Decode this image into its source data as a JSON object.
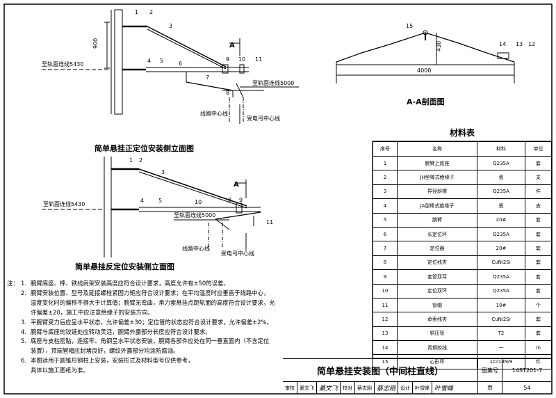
{
  "drawing": {
    "top_title": "简单悬挂正定位安装侧立面图",
    "bottom_title": "简单悬挂反定位安装侧立面图",
    "section_title": "A-A剖面图",
    "section_mark": "A",
    "rail_line_5430": "至轨面连线5430",
    "rail_line_5000": "至轨面连线5000",
    "track_center": "线路中心线",
    "pantograph_center": "受电弓中心线",
    "dim_900": "900",
    "dim_430": "430",
    "dim_4000": "4000",
    "top_callouts": [
      "1",
      "2",
      "3",
      "4",
      "5",
      "6",
      "7",
      "8",
      "9",
      "10",
      "11"
    ],
    "bottom_callouts": [
      "1",
      "2",
      "3",
      "4",
      "5",
      "10",
      "8",
      "9",
      "11"
    ],
    "section_callouts": [
      "15",
      "14",
      "13",
      "12"
    ]
  },
  "materials": {
    "title": "材料表",
    "headers": [
      "序号",
      "名称",
      "材料",
      "单位"
    ],
    "rows": [
      [
        "1",
        "腕臂上底座",
        "Q235A",
        "套"
      ],
      [
        "2",
        "JH型棒式绝缘子",
        "瓷",
        "支"
      ],
      [
        "3",
        "异径斜撑",
        "Q235A",
        "件"
      ],
      [
        "4",
        "JA型棒式绝缘子",
        "瓷",
        "支"
      ],
      [
        "5",
        "腕臂",
        "20#",
        "套"
      ],
      [
        "6",
        "长定位环",
        "Q235A",
        "套"
      ],
      [
        "7",
        "定位器",
        "20#",
        "套"
      ],
      [
        "8",
        "定位线夹",
        "CuNi2Si",
        "套"
      ],
      [
        "9",
        "套管双耳",
        "Q235A",
        "套"
      ],
      [
        "10",
        "定位双环",
        "Q235A",
        "套"
      ],
      [
        "11",
        "管帽",
        "10#",
        "个"
      ],
      [
        "12",
        "承索线夹",
        "CuNi2Si",
        "套"
      ],
      [
        "13",
        "铜压管",
        "T2",
        "套"
      ],
      [
        "14",
        "青铜绞线",
        "一",
        "m"
      ],
      [
        "15",
        "心形环",
        "1Cr18Ni9",
        "件"
      ]
    ]
  },
  "notes": {
    "label": "注：",
    "items": [
      {
        "num": "1.",
        "text": "腕臂底座、棒、铁线肩架安装高度应符合设计要求，高度允许有±50的误差。"
      },
      {
        "num": "2.",
        "text": "腕臂安装位置、型号及延接螺栓紧固力矩应符合设计要求；在平均温度时应垂直于线路中心，"
      },
      {
        "num": "",
        "text": "温度变化时的偏移不得大于计算值；腕臂无弯曲，承力索悬挂点距轨面的高度符合设计要求，允"
      },
      {
        "num": "",
        "text": "许偏差±20，施工中应注意绝缘子的安装方向。"
      },
      {
        "num": "3.",
        "text": "平腕臂受力后应呈水平状态，允许偏差±30；定位管的状态应符合设计要求，允许偏差±2%。"
      },
      {
        "num": "4.",
        "text": "腕臂与底座的铰链处应转动灵活，腕臂外露部分长度应符合设计要求。"
      },
      {
        "num": "5.",
        "text": "底座与支柱密贴，连接牢、角钢呈水平状态安装，腕臂各部件应处在同一垂直面内（不含定位"
      },
      {
        "num": "",
        "text": "装置），顶端管帽应封堵良好，螺纹外露部分均涂防腐油。"
      },
      {
        "num": "6.",
        "text": "本图适用于圆锥形钢柱上安装，安装形式及材料型号仅供参考，"
      },
      {
        "num": "",
        "text": "具体以施工图纸为准。"
      }
    ]
  },
  "title_block": {
    "title": "简单悬挂安装图（中间柱直线）",
    "atlas_label": "图集号",
    "atlas_no": "14ST201-7",
    "page_label": "页",
    "page_no": "54",
    "review_label": "审核",
    "reviewer": "綦文飞",
    "review_sig": "綦文飞",
    "check_label": "校对",
    "checker": "蔡志刚",
    "check_sig": "蔡志刚",
    "design_label": "设计",
    "designer": "叶雪峰",
    "design_sig": "叶雪峰"
  }
}
